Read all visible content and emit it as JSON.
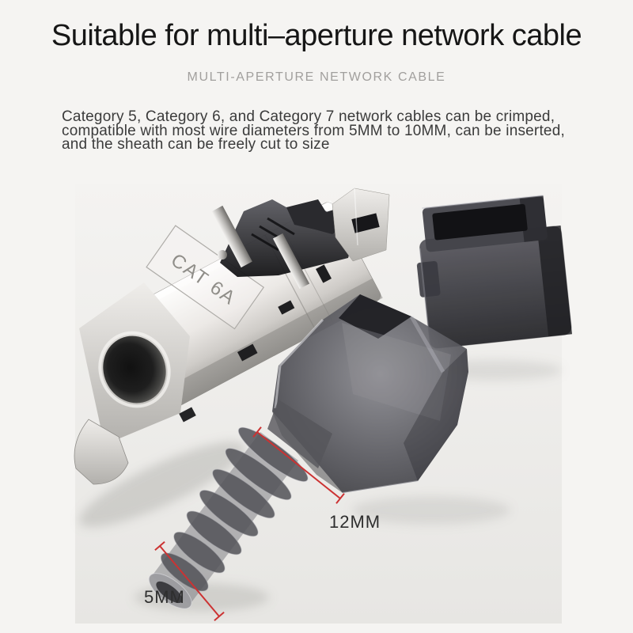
{
  "header": {
    "title": "Suitable for multi–aperture network cable",
    "subtitle": "MULTI-APERTURE NETWORK CABLE",
    "description_lines": [
      "Category 5, Category 6, and Category 7 network cables can be crimped,",
      "compatible with most wire diameters from 5MM to 10MM, can be inserted,",
      "and the sheath can be freely cut to size"
    ]
  },
  "photo": {
    "connector_label": "CAT 6A",
    "measurements": [
      {
        "label": "12MM"
      },
      {
        "label": "5MM"
      }
    ],
    "colors": {
      "measurement_line": "#cc3232",
      "measurement_text": "#2e2e2e",
      "heading_text": "#161616",
      "subtitle_text": "#a19f9d",
      "body_text": "#3b3b3b",
      "page_background": "#f5f4f2",
      "photo_background_top": "#f4f3f1",
      "photo_background_bottom": "#e7e6e3",
      "metal": "#c9c7c3",
      "smoke_plastic": "#4f4f54"
    }
  }
}
